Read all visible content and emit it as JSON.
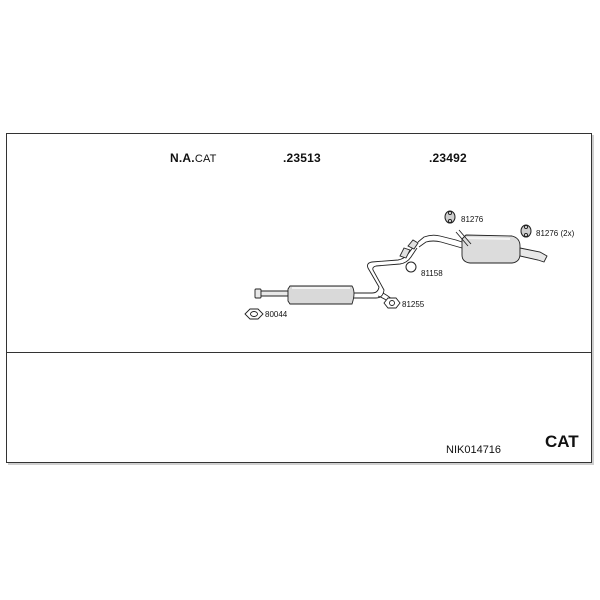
{
  "header": {
    "variant_main": "N.A.",
    "variant_sub": "CAT",
    "part_number_1": ".23513",
    "part_number_2": ".23492"
  },
  "parts": {
    "clamp_rear_1": "81276",
    "clamp_rear_2": "81276 (2x)",
    "ring": "81158",
    "gasket_mid": "81255",
    "gasket_front": "80044"
  },
  "footer": {
    "set_code": "NIK014716",
    "badge": "CAT"
  }
}
